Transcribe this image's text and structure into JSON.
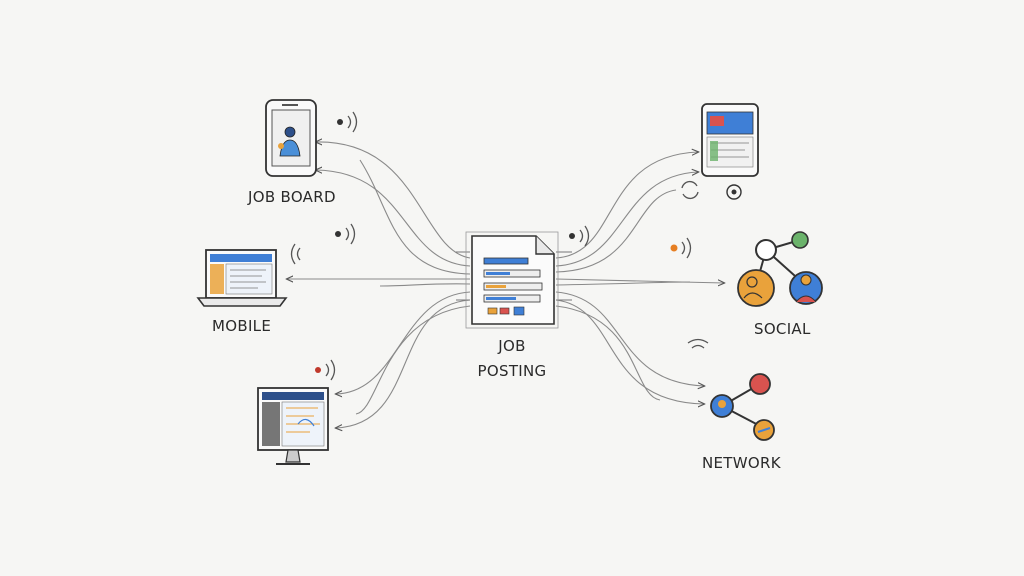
{
  "nodes": {
    "center": {
      "line1": "JOB",
      "line2": "POSTING"
    },
    "job_board": {
      "label": "JOB BOARD"
    },
    "mobile": {
      "label": "MOBILE"
    },
    "desktop": {
      "label": ""
    },
    "tablet": {
      "label": ""
    },
    "social": {
      "label": "SOCIAL"
    },
    "network": {
      "label": "NETWORK"
    }
  },
  "colors": {
    "ink": "#3a3a3a",
    "line": "#8a8a8a",
    "blue": "#3f7fd6",
    "orange": "#e9a23b",
    "red": "#d9534f",
    "green": "#6bb36b",
    "paper": "#f6f6f4"
  }
}
